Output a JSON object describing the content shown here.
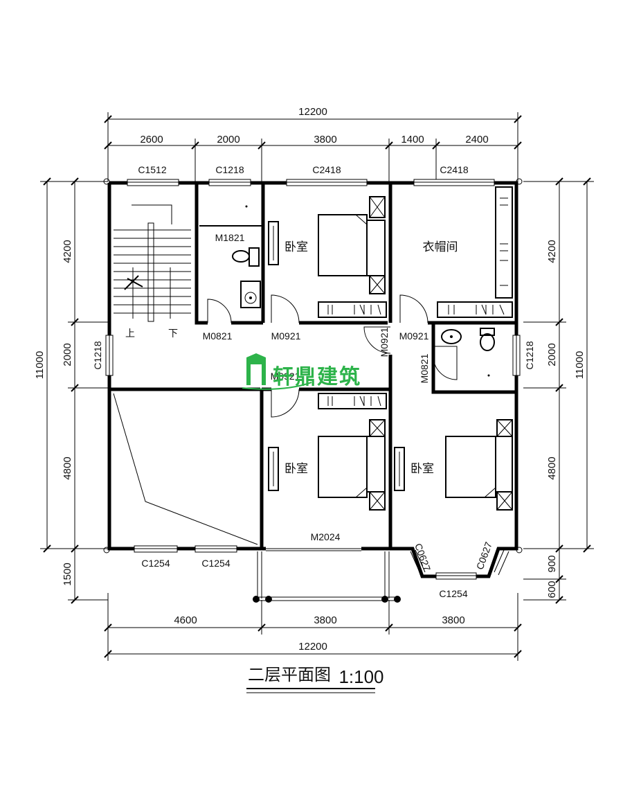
{
  "drawing": {
    "title": "二层平面图",
    "scale": "1:100",
    "watermark": "轩鼎建筑"
  },
  "dimensions": {
    "top_total": "12200",
    "top_segments": [
      "2600",
      "2000",
      "3800",
      "1400",
      "2400"
    ],
    "bottom_segments": [
      "4600",
      "3800",
      "3800"
    ],
    "bottom_total": "12200",
    "left_segments": [
      "4200",
      "2000",
      "4800",
      "1500"
    ],
    "left_total": "11000",
    "right_segments": [
      "4200",
      "2000",
      "4800",
      "900",
      "600"
    ],
    "right_total": "11000"
  },
  "windows": {
    "top": [
      "C1512",
      "C1218",
      "C2418",
      "C2418"
    ],
    "left": "C1218",
    "right": "C1218",
    "bottom": [
      "C1254",
      "C1254",
      "C1254"
    ],
    "bay": [
      "C0627",
      "C0627"
    ]
  },
  "doors": {
    "m1821": "M1821",
    "m0821_a": "M0821",
    "m0921_a": "M0921",
    "m0921_b": "M0921",
    "m0921_c": "M0921",
    "m0921_d": "M0921",
    "m0821_b": "M0821",
    "m2024": "M2024"
  },
  "rooms": {
    "bedroom_1": "卧室",
    "cloakroom": "衣帽间",
    "bedroom_2": "卧室",
    "bedroom_3": "卧室"
  },
  "stair": {
    "up": "上",
    "down": "下"
  }
}
